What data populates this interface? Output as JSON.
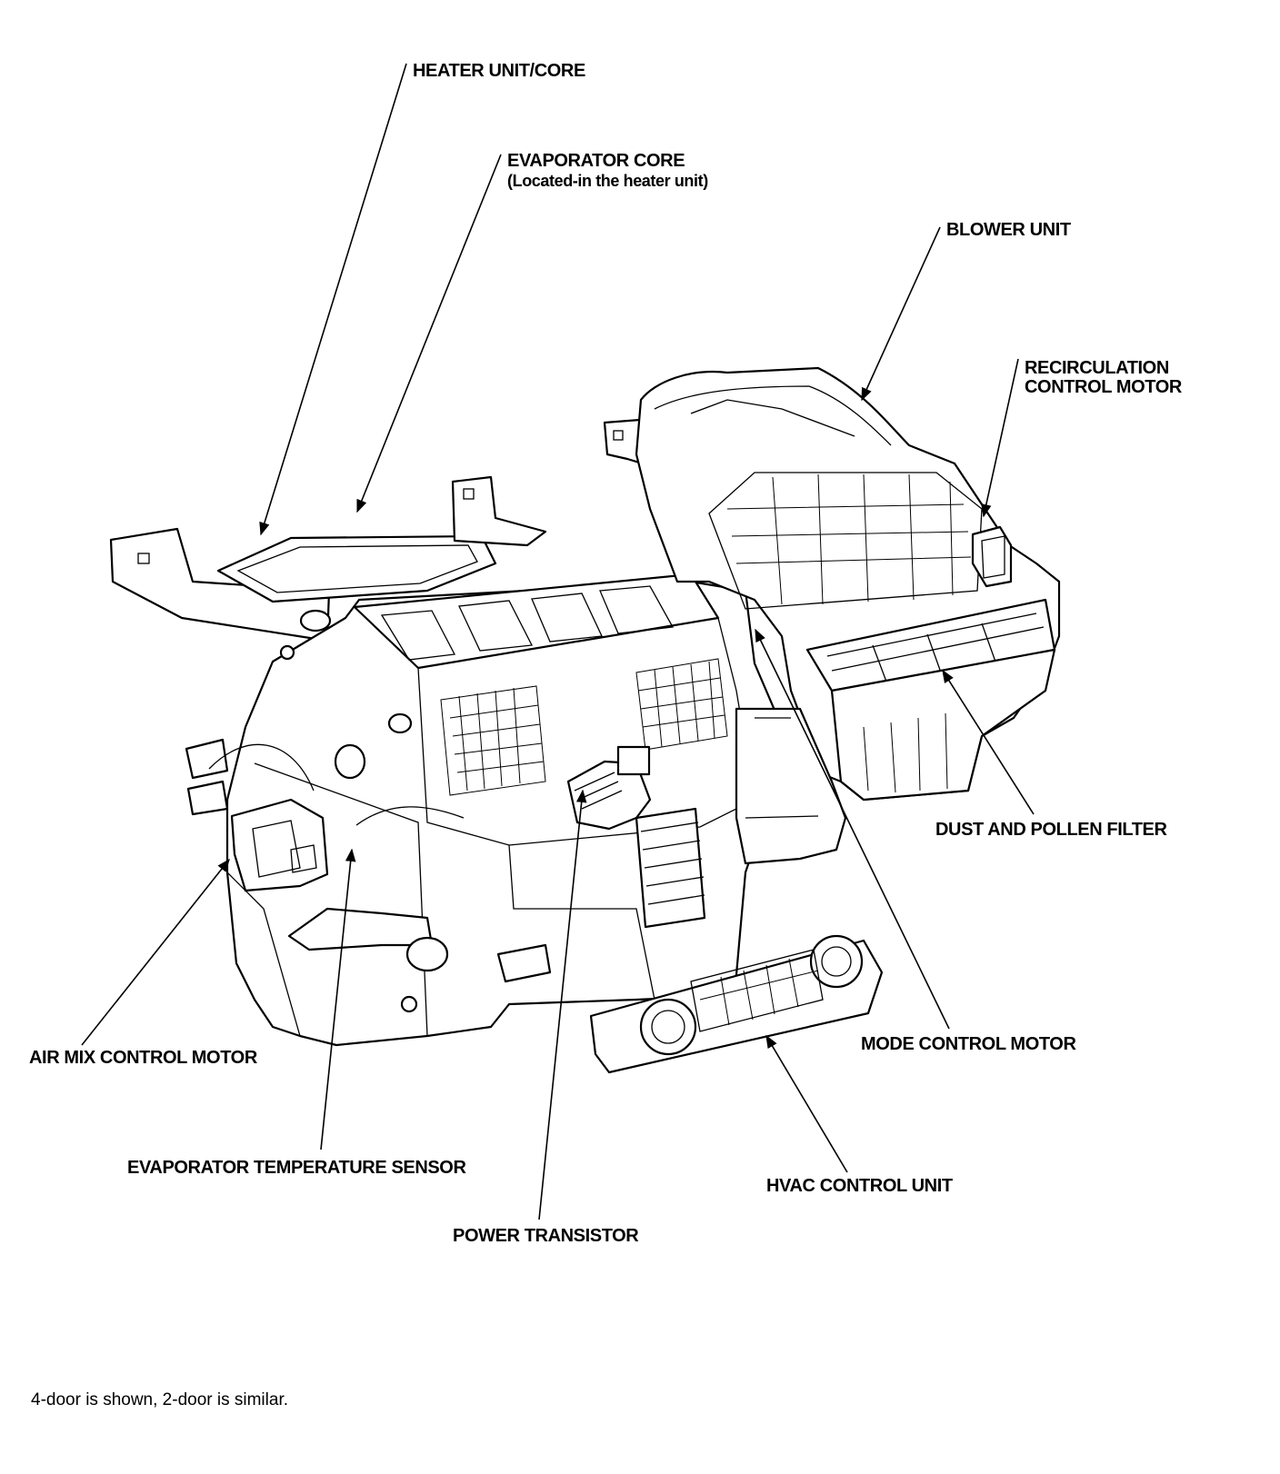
{
  "labels": {
    "heater_unit_core": "HEATER UNIT/CORE",
    "evaporator_core": "EVAPORATOR CORE",
    "evaporator_core_note": "(Located-in the heater unit)",
    "blower_unit": "BLOWER UNIT",
    "recirc_line1": "RECIRCULATION",
    "recirc_line2": "CONTROL MOTOR",
    "dust_pollen_filter": "DUST AND POLLEN FILTER",
    "air_mix_control_motor": "AIR MIX CONTROL MOTOR",
    "mode_control_motor": "MODE CONTROL MOTOR",
    "evaporator_temp_sensor": "EVAPORATOR TEMPERATURE SENSOR",
    "hvac_control_unit": "HVAC CONTROL UNIT",
    "power_transistor": "POWER TRANSISTOR"
  },
  "footnote": "4-door is shown, 2-door is similar."
}
